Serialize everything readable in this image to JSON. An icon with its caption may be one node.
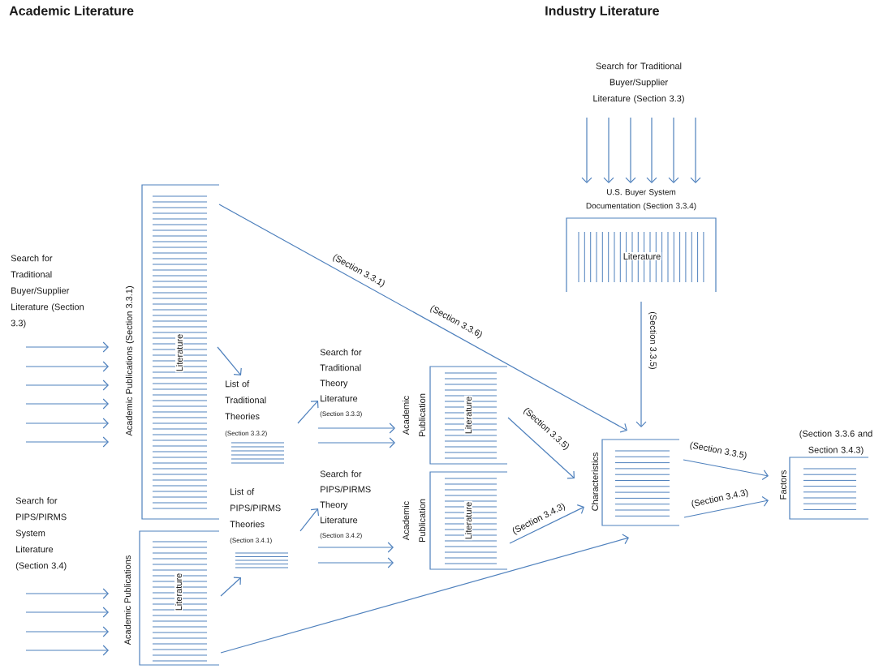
{
  "diagram": {
    "nodes": [
      {
        "text": [
          "Academic Publications (Section 3.3.1)",
          "Literature"
        ]
      },
      {
        "text": [
          "Academic Publications",
          "Literature"
        ]
      },
      {
        "text": [
          "List of Traditional Theories",
          "(Section 3.3.2)"
        ]
      },
      {
        "text": [
          "List of PIPS/PIRMS Theories",
          "(Section 3.4.1)"
        ]
      },
      {
        "text": [
          "Search for Traditional Theory Literature",
          "(Section 3.3.3)"
        ]
      },
      {
        "text": [
          "Search for PIPS/PIRMS Theory Literature",
          "(Section 3.4.2)"
        ]
      },
      {
        "text": [
          "Academic Publication",
          "Literature"
        ]
      },
      {
        "text": [
          "Academic Publication",
          "Literature"
        ]
      },
      {
        "text": [
          "Search for Traditional Buyer/Supplier Literature (Section 3.3)"
        ]
      },
      {
        "text": [
          "U.S. Buyer System Documentation (Section 3.3.4)",
          "Literature"
        ]
      },
      {
        "text": [
          "Characteristics"
        ]
      },
      {
        "text": [
          "(Section 3.3.6 and Section 3.4.3)",
          "Factors"
        ]
      }
    ],
    "edges": [
      {
        "from": null,
        "to": 0,
        "arrow": "to"
      },
      {
        "from": null,
        "to": 0,
        "arrow": "to"
      },
      {
        "from": null,
        "to": 0,
        "arrow": "to"
      },
      {
        "from": null,
        "to": 0,
        "arrow": "to"
      },
      {
        "from": null,
        "to": 0,
        "arrow": "to"
      },
      {
        "from": null,
        "to": 0,
        "arrow": "to"
      },
      {
        "from": null,
        "to": 1,
        "arrow": "to"
      },
      {
        "from": null,
        "to": 1,
        "arrow": "to"
      },
      {
        "from": null,
        "to": 1,
        "arrow": "to"
      },
      {
        "from": null,
        "to": 1,
        "arrow": "to"
      },
      {
        "from": 0,
        "to": 2,
        "arrow": "to"
      },
      {
        "from": 1,
        "to": 3,
        "arrow": "to"
      },
      {
        "from": 2,
        "to": 4,
        "arrow": "to"
      },
      {
        "from": 3,
        "to": 5,
        "arrow": "to"
      },
      {
        "from": 4,
        "to": 6,
        "arrow": "to"
      },
      {
        "from": 4,
        "to": 6,
        "arrow": "to"
      },
      {
        "from": 5,
        "to": 7,
        "arrow": "to"
      },
      {
        "from": 5,
        "to": 7,
        "arrow": "to"
      },
      {
        "from": 8,
        "to": 9,
        "arrow": "to"
      },
      {
        "from": 8,
        "to": 9,
        "arrow": "to"
      },
      {
        "from": 8,
        "to": 9,
        "arrow": "to"
      },
      {
        "from": 8,
        "to": 9,
        "arrow": "to"
      },
      {
        "from": 8,
        "to": 9,
        "arrow": "to"
      },
      {
        "from": 8,
        "to": 9,
        "arrow": "to"
      },
      {
        "from": 0,
        "to": 10,
        "arrow": "to",
        "label": "(Section 3.3.1)"
      },
      {
        "from": 9,
        "to": 10,
        "arrow": "to",
        "label": "(Section 3.3.5)"
      },
      {
        "from": 6,
        "to": 10,
        "arrow": "to",
        "label": "(Section 3.3.5)"
      },
      {
        "from": 7,
        "to": 10,
        "arrow": "to",
        "label": "(Section 3.4.3)"
      },
      {
        "from": 1,
        "to": 10,
        "arrow": "to"
      },
      {
        "from": 10,
        "to": 11,
        "arrow": "to",
        "label": "(Section 3.3.5)"
      },
      {
        "from": 10,
        "to": 11,
        "arrow": "to",
        "label": "(Section 3.4.3)"
      }
    ],
    "labels": [
      "Academic Literature",
      "Industry Literature",
      "Search for Traditional Buyer/Supplier Literature (Section 3.3)",
      "(Section 3.3.6)",
      "Search for PIPS/PIRMS System Literature (Section 3.4)"
    ]
  }
}
